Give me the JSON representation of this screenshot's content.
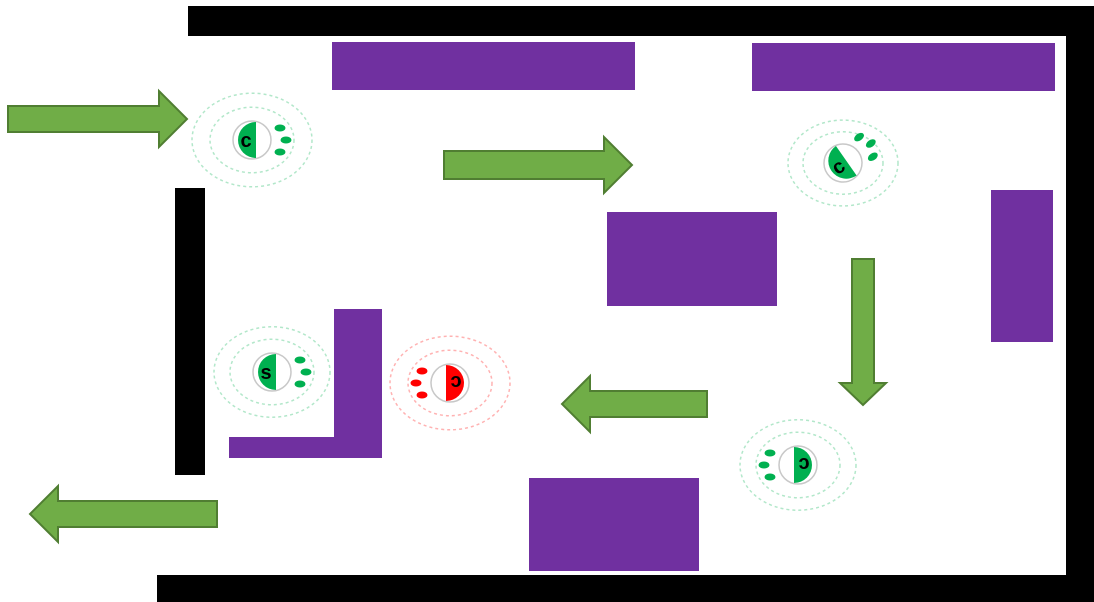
{
  "colors": {
    "wall": "#000000",
    "obstacle": "#7030a0",
    "arrow_fill": "#70ad47",
    "arrow_stroke": "#507e32",
    "robot_normal": "#00b050",
    "robot_alert": "#ff0000",
    "background": "#ffffff"
  },
  "walls": [
    {
      "name": "wall-top"
    },
    {
      "name": "wall-right"
    },
    {
      "name": "wall-bottom"
    },
    {
      "name": "wall-left-inner"
    }
  ],
  "obstacles": [
    {
      "name": "obstacle-top-center"
    },
    {
      "name": "obstacle-top-right"
    },
    {
      "name": "obstacle-center"
    },
    {
      "name": "obstacle-right"
    },
    {
      "name": "obstacle-l-vertical"
    },
    {
      "name": "obstacle-l-horizontal"
    },
    {
      "name": "obstacle-bottom-center"
    }
  ],
  "arrows": [
    {
      "name": "arrow-entry",
      "direction": "right"
    },
    {
      "name": "arrow-mid-top",
      "direction": "right"
    },
    {
      "name": "arrow-right-down",
      "direction": "down"
    },
    {
      "name": "arrow-middle-left",
      "direction": "left"
    },
    {
      "name": "arrow-exit",
      "direction": "left"
    }
  ],
  "robots": [
    {
      "name": "robot-entry",
      "status": "normal",
      "letter": "c"
    },
    {
      "name": "robot-top-right",
      "status": "normal",
      "letter": "c"
    },
    {
      "name": "robot-bottom-right",
      "status": "normal",
      "letter": "c"
    },
    {
      "name": "robot-alert",
      "status": "alert",
      "letter": "c"
    },
    {
      "name": "robot-start",
      "status": "normal",
      "letter": "s"
    }
  ]
}
